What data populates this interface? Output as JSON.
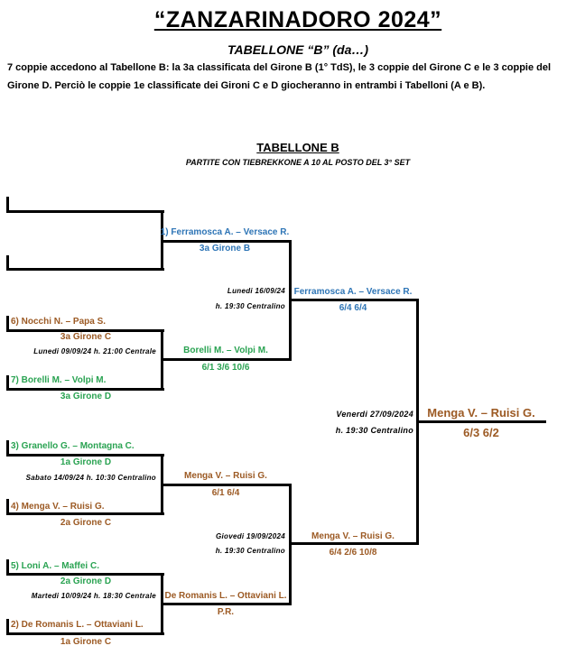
{
  "header": {
    "title": "“ZANZARINADORO   2024”",
    "subtitle": "TABELLONE “B” (da…)",
    "description_line1": "7 coppie accedono al Tabellone B: la 3a classificata del Girone B (1° TdS), le 3 coppie del Girone C e le 3 coppie del",
    "description_line2": "Girone D. Perciò le coppie 1e classificate dei Gironi C e D giocheranno in entrambi i Tabelloni (A e B).",
    "section_title": "TABELLONE B",
    "section_note": "PARTITE CON TIEBREKKONE A 10 AL POSTO DEL 3° SET"
  },
  "colors": {
    "blue": "#2e75b6",
    "brown": "#9c5a24",
    "green": "#2aa352"
  },
  "round1": [
    {
      "top_team": "",
      "bottom_team": "",
      "schedule": ""
    },
    {
      "top_team": "6) Nocchi N. – Papa S.",
      "top_group": "3a Girone C",
      "schedule": "Lunedi 09/09/24 h. 21:00 Centrale",
      "bottom_team": "7) Borelli M. – Volpi M.",
      "bottom_group": "3a Girone D"
    },
    {
      "top_team": "3) Granello G. – Montagna C.",
      "top_group": "1a Girone D",
      "schedule": "Sabato 14/09/24 h. 10:30 Centralino",
      "bottom_team": "4) Menga V. – Ruisi G.",
      "bottom_group": "2a Girone C"
    },
    {
      "top_team": "5) Loni A. – Maffei C.",
      "top_group": "2a Girone D",
      "schedule": "Martedi 10/09/24 h. 18:30 Centrale",
      "bottom_team": "2) De Romanis L. – Ottaviani L.",
      "bottom_group": "1a Girone C"
    }
  ],
  "round2": [
    {
      "team": "1) Ferramosca A. – Versace R.",
      "info": "3a Girone B"
    },
    {
      "team": "Borelli M. – Volpi M.",
      "info": "6/1  3/6  10/6"
    },
    {
      "team": "Menga V. – Ruisi G.",
      "info": "6/1  6/4"
    },
    {
      "team": "De Romanis L. – Ottaviani L.",
      "info": "P.R."
    }
  ],
  "semis_schedule": [
    {
      "date": "Lunedi 16/09/24",
      "time": "h. 19:30 Centralino"
    },
    {
      "date": "Giovedi 19/09/2024",
      "time": "h. 19:30 Centralino"
    }
  ],
  "semis": [
    {
      "team": "Ferramosca A. – Versace R.",
      "score": "6/4  6/4"
    },
    {
      "team": "Menga V. – Ruisi G.",
      "score": "6/4  2/6  10/8"
    }
  ],
  "final_schedule": {
    "date": "Venerdi 27/09/2024",
    "time": "h. 19:30 Centralino"
  },
  "winner": {
    "team": "Menga V. – Ruisi G.",
    "score": "6/3  6/2"
  }
}
